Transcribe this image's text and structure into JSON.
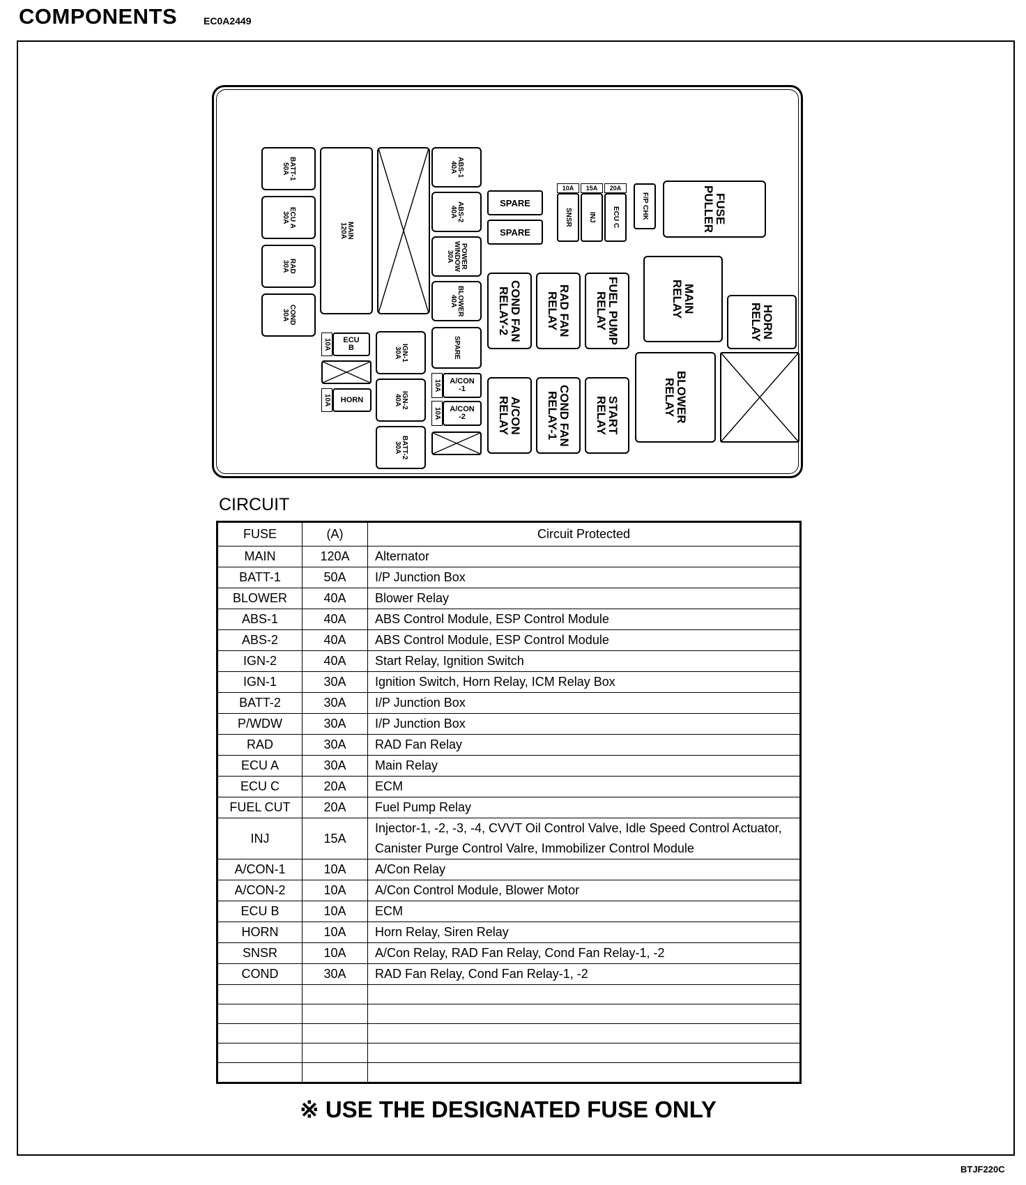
{
  "header": {
    "title": "COMPONENTS",
    "code": "EC0A2449"
  },
  "fusebox": {
    "parts": {
      "batt1": "BATT-1\n50A",
      "ecua": "ECU A\n30A",
      "rad": "RAD\n30A",
      "cond": "COND\n30A",
      "main": "MAIN\n120A",
      "ecub_amp": "10A",
      "ecub": "ECU\nB",
      "horn_amp": "10A",
      "horn": "HORN",
      "ign1": "IGN-1\n30A",
      "ign2": "IGN-2\n40A",
      "batt2": "BATT-2\n30A",
      "abs1": "ABS-1\n40A",
      "abs2": "ABS-2\n40A",
      "power_window": "POWER\nWINDOW\n30A",
      "blower": "BLOWER\n40A",
      "spare_v": "SPARE",
      "acon1_amp": "10A",
      "acon1": "A/CON\n-1",
      "acon2_amp": "10A",
      "acon2": "A/CON\n-2",
      "spare1": "SPARE",
      "spare2": "SPARE",
      "snsr_amp": "10A",
      "snsr": "SNSR",
      "inj_amp": "15A",
      "inj": "INJ",
      "ecuc_amp": "20A",
      "ecuc": "ECU C",
      "fp_chk": "F/P CHK",
      "fuse_puller": "FUSE\nPULLER",
      "cond_fan_relay2": "COND FAN\nRELAY-2",
      "rad_fan_relay": "RAD FAN\nRELAY",
      "fuel_pump_relay": "FUEL PUMP\nRELAY",
      "main_relay": "MAIN\nRELAY",
      "horn_relay": "HORN\nRELAY",
      "acon_relay": "A/CON\nRELAY",
      "cond_fan_relay1": "COND FAN\nRELAY-1",
      "start_relay": "START\nRELAY",
      "blower_relay": "BLOWER\nRELAY"
    }
  },
  "circuit": {
    "label": "CIRCUIT",
    "headers": [
      "FUSE",
      "(A)",
      "Circuit Protected"
    ],
    "rows": [
      [
        "MAIN",
        "120A",
        "Alternator"
      ],
      [
        "BATT-1",
        "50A",
        "I/P Junction Box"
      ],
      [
        "BLOWER",
        "40A",
        "Blower Relay"
      ],
      [
        "ABS-1",
        "40A",
        "ABS Control Module, ESP Control Module"
      ],
      [
        "ABS-2",
        "40A",
        "ABS Control Module, ESP Control Module"
      ],
      [
        "IGN-2",
        "40A",
        "Start Relay, Ignition Switch"
      ],
      [
        "IGN-1",
        "30A",
        "Ignition Switch, Horn Relay, ICM Relay Box"
      ],
      [
        "BATT-2",
        "30A",
        "I/P Junction Box"
      ],
      [
        "P/WDW",
        "30A",
        "I/P Junction Box"
      ],
      [
        "RAD",
        "30A",
        "RAD Fan Relay"
      ],
      [
        "ECU A",
        "30A",
        "Main Relay"
      ],
      [
        "ECU C",
        "20A",
        "ECM"
      ],
      [
        "FUEL CUT",
        "20A",
        "Fuel Pump Relay"
      ],
      [
        "INJ",
        "15A",
        "Injector-1, -2, -3, -4, CVVT Oil Control Valve, Idle Speed Control Actuator,\nCanister Purge Control Valre, Immobilizer Control Module"
      ],
      [
        "A/CON-1",
        "10A",
        "A/Con Relay"
      ],
      [
        "A/CON-2",
        "10A",
        "A/Con Control Module, Blower Motor"
      ],
      [
        "ECU B",
        "10A",
        "ECM"
      ],
      [
        "HORN",
        "10A",
        "Horn Relay, Siren Relay"
      ],
      [
        "SNSR",
        "10A",
        "A/Con Relay, RAD Fan Relay, Cond Fan Relay-1, -2"
      ],
      [
        "COND",
        "30A",
        "RAD Fan Relay, Cond Fan Relay-1, -2"
      ]
    ],
    "empty_rows": 5
  },
  "warning": "※ USE THE DESIGNATED FUSE ONLY",
  "footer": {
    "code": "BTJF220C"
  }
}
